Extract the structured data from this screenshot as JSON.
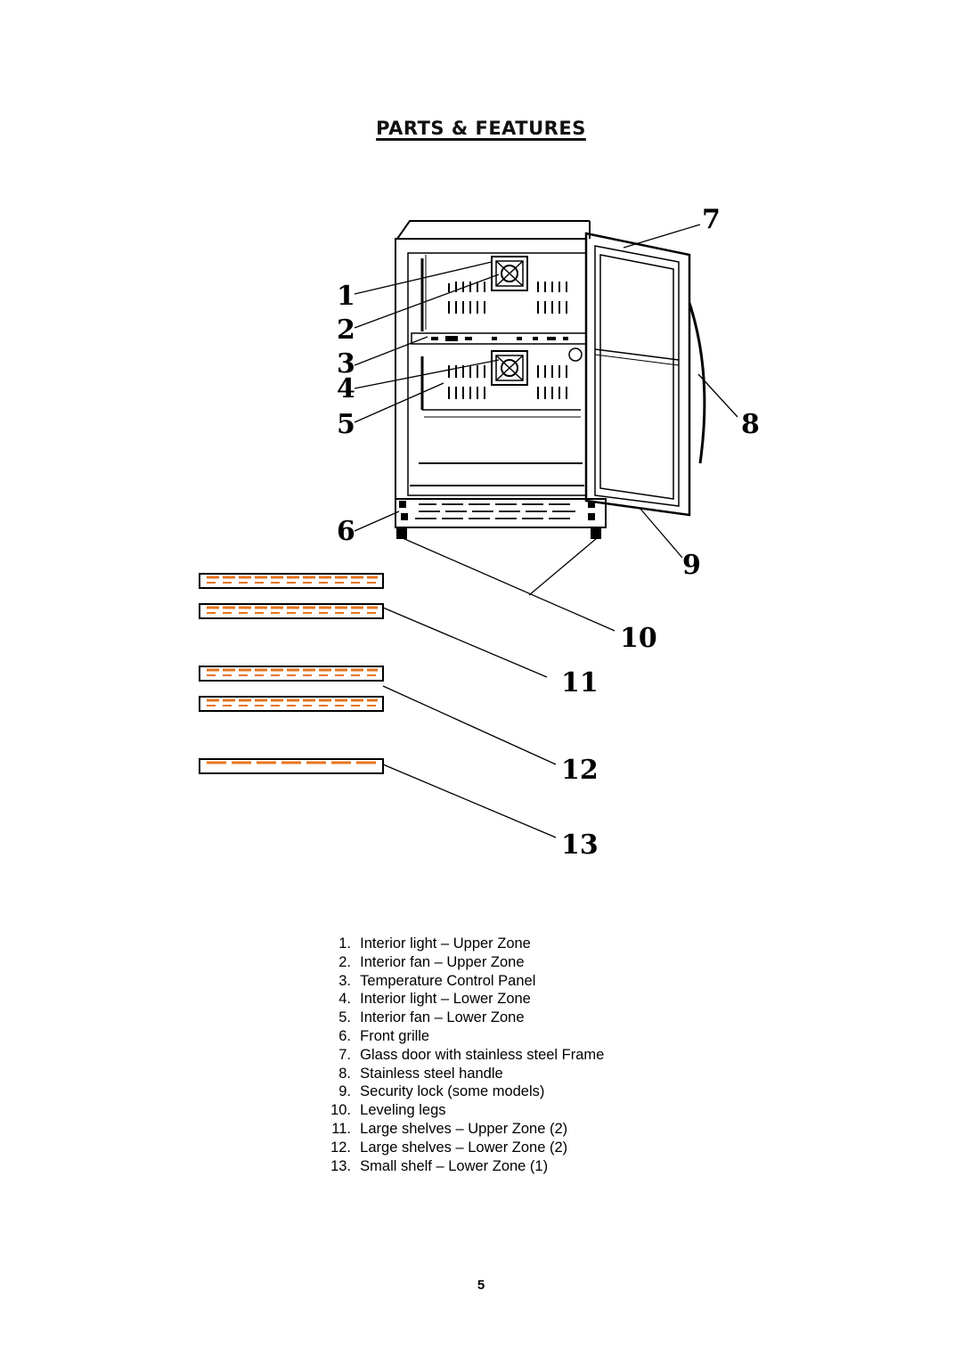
{
  "title": "PARTS & FEATURES",
  "callouts": [
    "1",
    "2",
    "3",
    "4",
    "5",
    "6",
    "7",
    "8",
    "9",
    "10",
    "11",
    "12",
    "13"
  ],
  "parts": [
    {
      "num": "1.",
      "text": "Interior light – Upper Zone"
    },
    {
      "num": "2.",
      "text": "Interior fan – Upper Zone"
    },
    {
      "num": "3.",
      "text": "Temperature Control Panel"
    },
    {
      "num": "4.",
      "text": "Interior light – Lower Zone"
    },
    {
      "num": "5.",
      "text": "Interior fan – Lower Zone"
    },
    {
      "num": "6.",
      "text": "Front grille"
    },
    {
      "num": "7.",
      "text": "Glass door with stainless steel Frame"
    },
    {
      "num": "8.",
      "text": "Stainless steel handle"
    },
    {
      "num": "9.",
      "text": "Security lock (some models)"
    },
    {
      "num": "10.",
      "text": "Leveling legs"
    },
    {
      "num": "11.",
      "text": "Large shelves – Upper Zone (2)"
    },
    {
      "num": "12.",
      "text": "Large shelves – Lower Zone (2)"
    },
    {
      "num": "13.",
      "text": "Small shelf – Lower Zone (1)"
    }
  ],
  "page_number": "5",
  "colors": {
    "shelf_accent": "#e8741c",
    "ink": "#000000"
  }
}
